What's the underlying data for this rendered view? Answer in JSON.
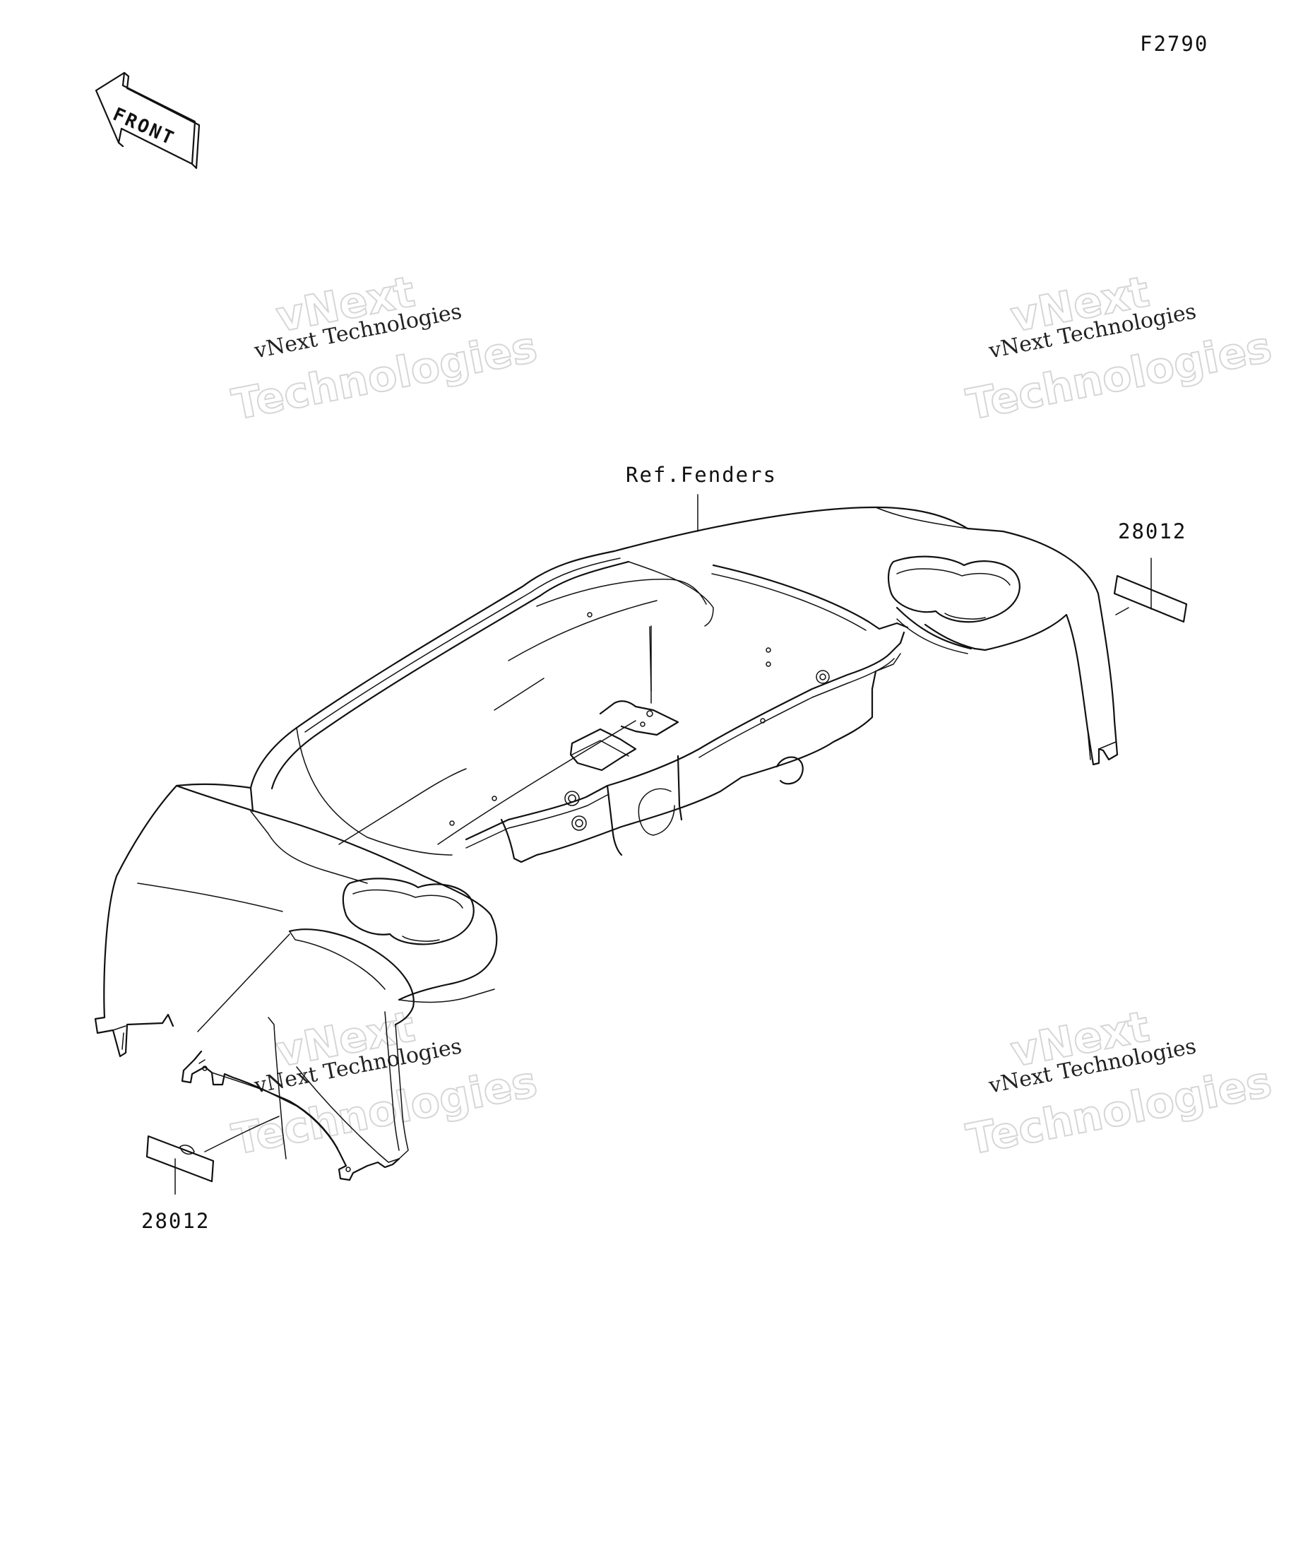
{
  "diagram_code": "F2790",
  "front_arrow": {
    "label": "FRONT",
    "icon": "front-direction-arrow-icon"
  },
  "callouts": {
    "ref_fenders": "Ref.Fenders",
    "part_right": "28012",
    "part_left": "28012"
  },
  "watermarks": {
    "top_left": {
      "line1": "vNext",
      "small": "vNext Technologies",
      "big": "Technologies"
    },
    "top_right": {
      "line1": "vNext",
      "small": "vNext Technologies",
      "big": "Technologies"
    },
    "bottom_left": {
      "line1": "vNext",
      "small": "vNext Technologies",
      "big": "Technologies"
    },
    "bottom_right": {
      "line1": "vNext",
      "small": "vNext Technologies",
      "big": "Technologies"
    }
  }
}
